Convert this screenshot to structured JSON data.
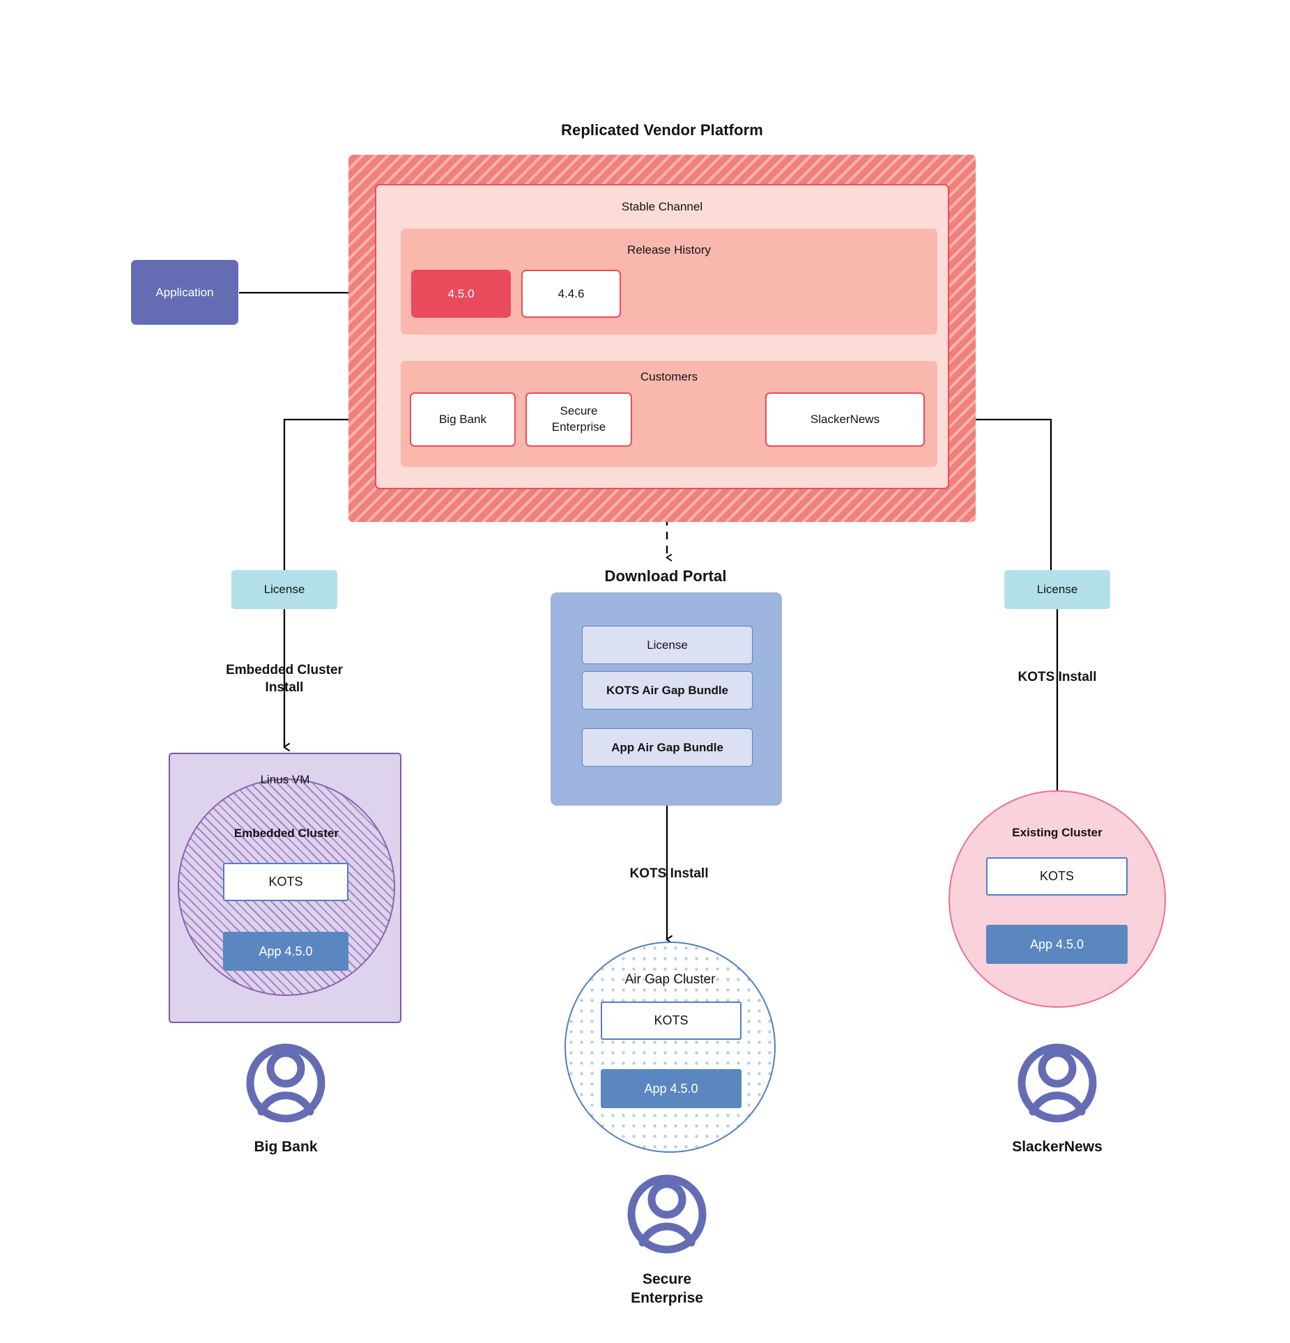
{
  "diagram": {
    "platform_title": "Replicated Vendor Platform",
    "stable_channel_label": "Stable Channel",
    "release_history_label": "Release History",
    "releases": [
      {
        "version": "4.5.0",
        "state": "current"
      },
      {
        "version": "4.4.6",
        "state": "previous"
      }
    ],
    "customers_label": "Customers",
    "customers": [
      {
        "name": "Big Bank"
      },
      {
        "name": "Secure\nEnterprise"
      },
      {
        "name": "SlackerNews"
      }
    ],
    "application_node": "Application"
  },
  "left_branch": {
    "license_label": "License",
    "install_label": "Embedded Cluster\nInstall",
    "vm_label": "Linus VM",
    "cluster_label": "Embedded Cluster",
    "kots_label": "KOTS",
    "app_label": "App 4.5.0",
    "customer_label": "Big Bank"
  },
  "center_branch": {
    "portal_title": "Download  Portal",
    "portal_items": [
      {
        "label": "License"
      },
      {
        "label": "KOTS Air Gap Bundle"
      },
      {
        "label": "App Air Gap Bundle"
      }
    ],
    "install_label": "KOTS Install",
    "cluster_label": "Air Gap Cluster",
    "kots_label": "KOTS",
    "app_label": "App 4.5.0",
    "customer_label": "Secure\nEnterprise"
  },
  "right_branch": {
    "license_label": "License",
    "install_label": "KOTS Install",
    "cluster_label": "Existing Cluster",
    "kots_label": "KOTS",
    "app_label": "App 4.5.0",
    "customer_label": "SlackerNews"
  },
  "colors": {
    "platform_hatch": "#f0807c",
    "platform_hatch_light": "#f7b3ae",
    "channel_bg": "#fbdcd7",
    "channel_border": "#ef4a58",
    "band_bg": "#f9b7ae",
    "release_current": "#ea4a5c",
    "application": "#646cb4",
    "license": "#b3e0e8",
    "portal": "#9cb4de",
    "portal_item": "#dbe1f3",
    "vm": "#ddd3ec",
    "vm_border": "#7e55a8",
    "existing_cluster": "#fad2dc",
    "existing_cluster_border": "#ef6e92",
    "airgap_border": "#4f80bf",
    "app_version": "#5b87c0",
    "avatar": "#646cb4",
    "connector": "#000000"
  }
}
